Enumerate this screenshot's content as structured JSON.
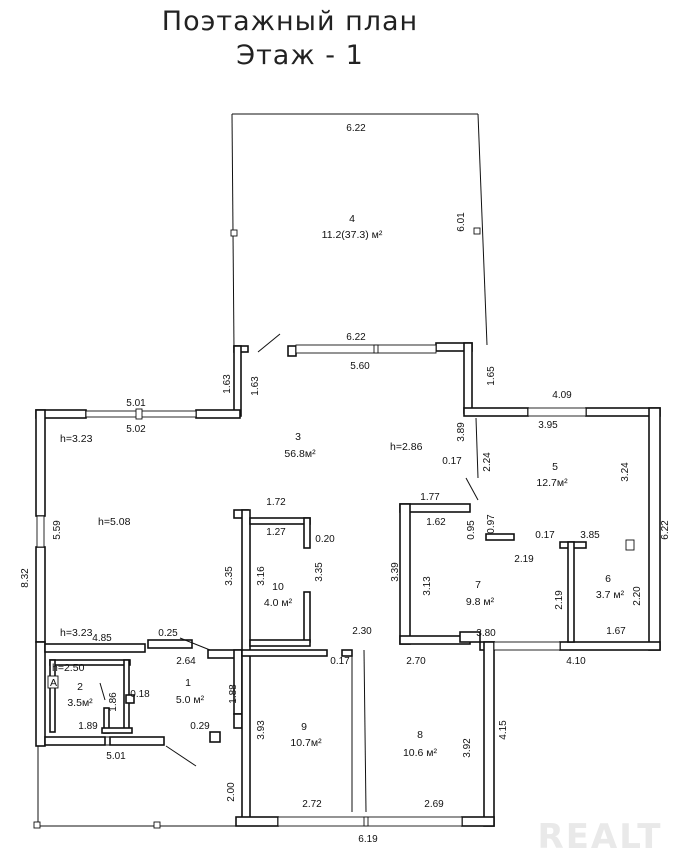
{
  "title": {
    "line1": "Поэтажный план",
    "line2": "Этаж - 1"
  },
  "watermark": "REALT",
  "rooms": [
    {
      "id": "1",
      "area": "5.0 м²"
    },
    {
      "id": "2",
      "area": "3.5м²"
    },
    {
      "id": "3",
      "area": "56.8м²"
    },
    {
      "id": "4",
      "area": "11.2(37.3) м²"
    },
    {
      "id": "5",
      "area": "12.7м²"
    },
    {
      "id": "6",
      "area": "3.7 м²"
    },
    {
      "id": "7",
      "area": "9.8 м²"
    },
    {
      "id": "8",
      "area": "10.6 м²"
    },
    {
      "id": "9",
      "area": "10.7м²"
    },
    {
      "id": "10",
      "area": "4.0 м²"
    }
  ],
  "heights": [
    "h=3.23",
    "h=5.08",
    "h=2.86",
    "h=3.23",
    "h=2.50"
  ],
  "stair_mark": "A",
  "dimensions": {
    "d_622_top": "6.22",
    "d_601": "6.01",
    "d_622_mid": "6.22",
    "d_560": "5.60",
    "d_163_a": "1.63",
    "d_163_b": "1.63",
    "d_165": "1.65",
    "d_501_top": "5.01",
    "d_502": "5.02",
    "d_409": "4.09",
    "d_395": "3.95",
    "d_389": "3.89",
    "d_017_a": "0.17",
    "d_224": "2.24",
    "d_324": "3.24",
    "d_559": "5.59",
    "d_832": "8.32",
    "d_172": "1.72",
    "d_177": "1.77",
    "d_127": "1.27",
    "d_020": "0.20",
    "d_162": "1.62",
    "d_095": "0.95",
    "d_097": "0.97",
    "d_017_b": "0.17",
    "d_385": "3.85",
    "d_622_right": "6.22",
    "d_335_a": "3.35",
    "d_316": "3.16",
    "d_335_b": "3.35",
    "d_339": "3.39",
    "d_313": "3.13",
    "d_219_a": "2.19",
    "d_219_b": "2.19",
    "d_220": "2.20",
    "d_485": "4.85",
    "d_025": "0.25",
    "d_264": "2.64",
    "d_230": "2.30",
    "d_380": "3.80",
    "d_167": "1.67",
    "d_410": "4.10",
    "d_017_c": "0.17",
    "d_270": "2.70",
    "d_018": "0.18",
    "d_186": "1.86",
    "d_188": "1.88",
    "d_189": "1.89",
    "d_029": "0.29",
    "d_393": "3.93",
    "d_392": "3.92",
    "d_415": "4.15",
    "d_501_bottom": "5.01",
    "d_200": "2.00",
    "d_272": "2.72",
    "d_269": "2.69",
    "d_619": "6.19"
  }
}
